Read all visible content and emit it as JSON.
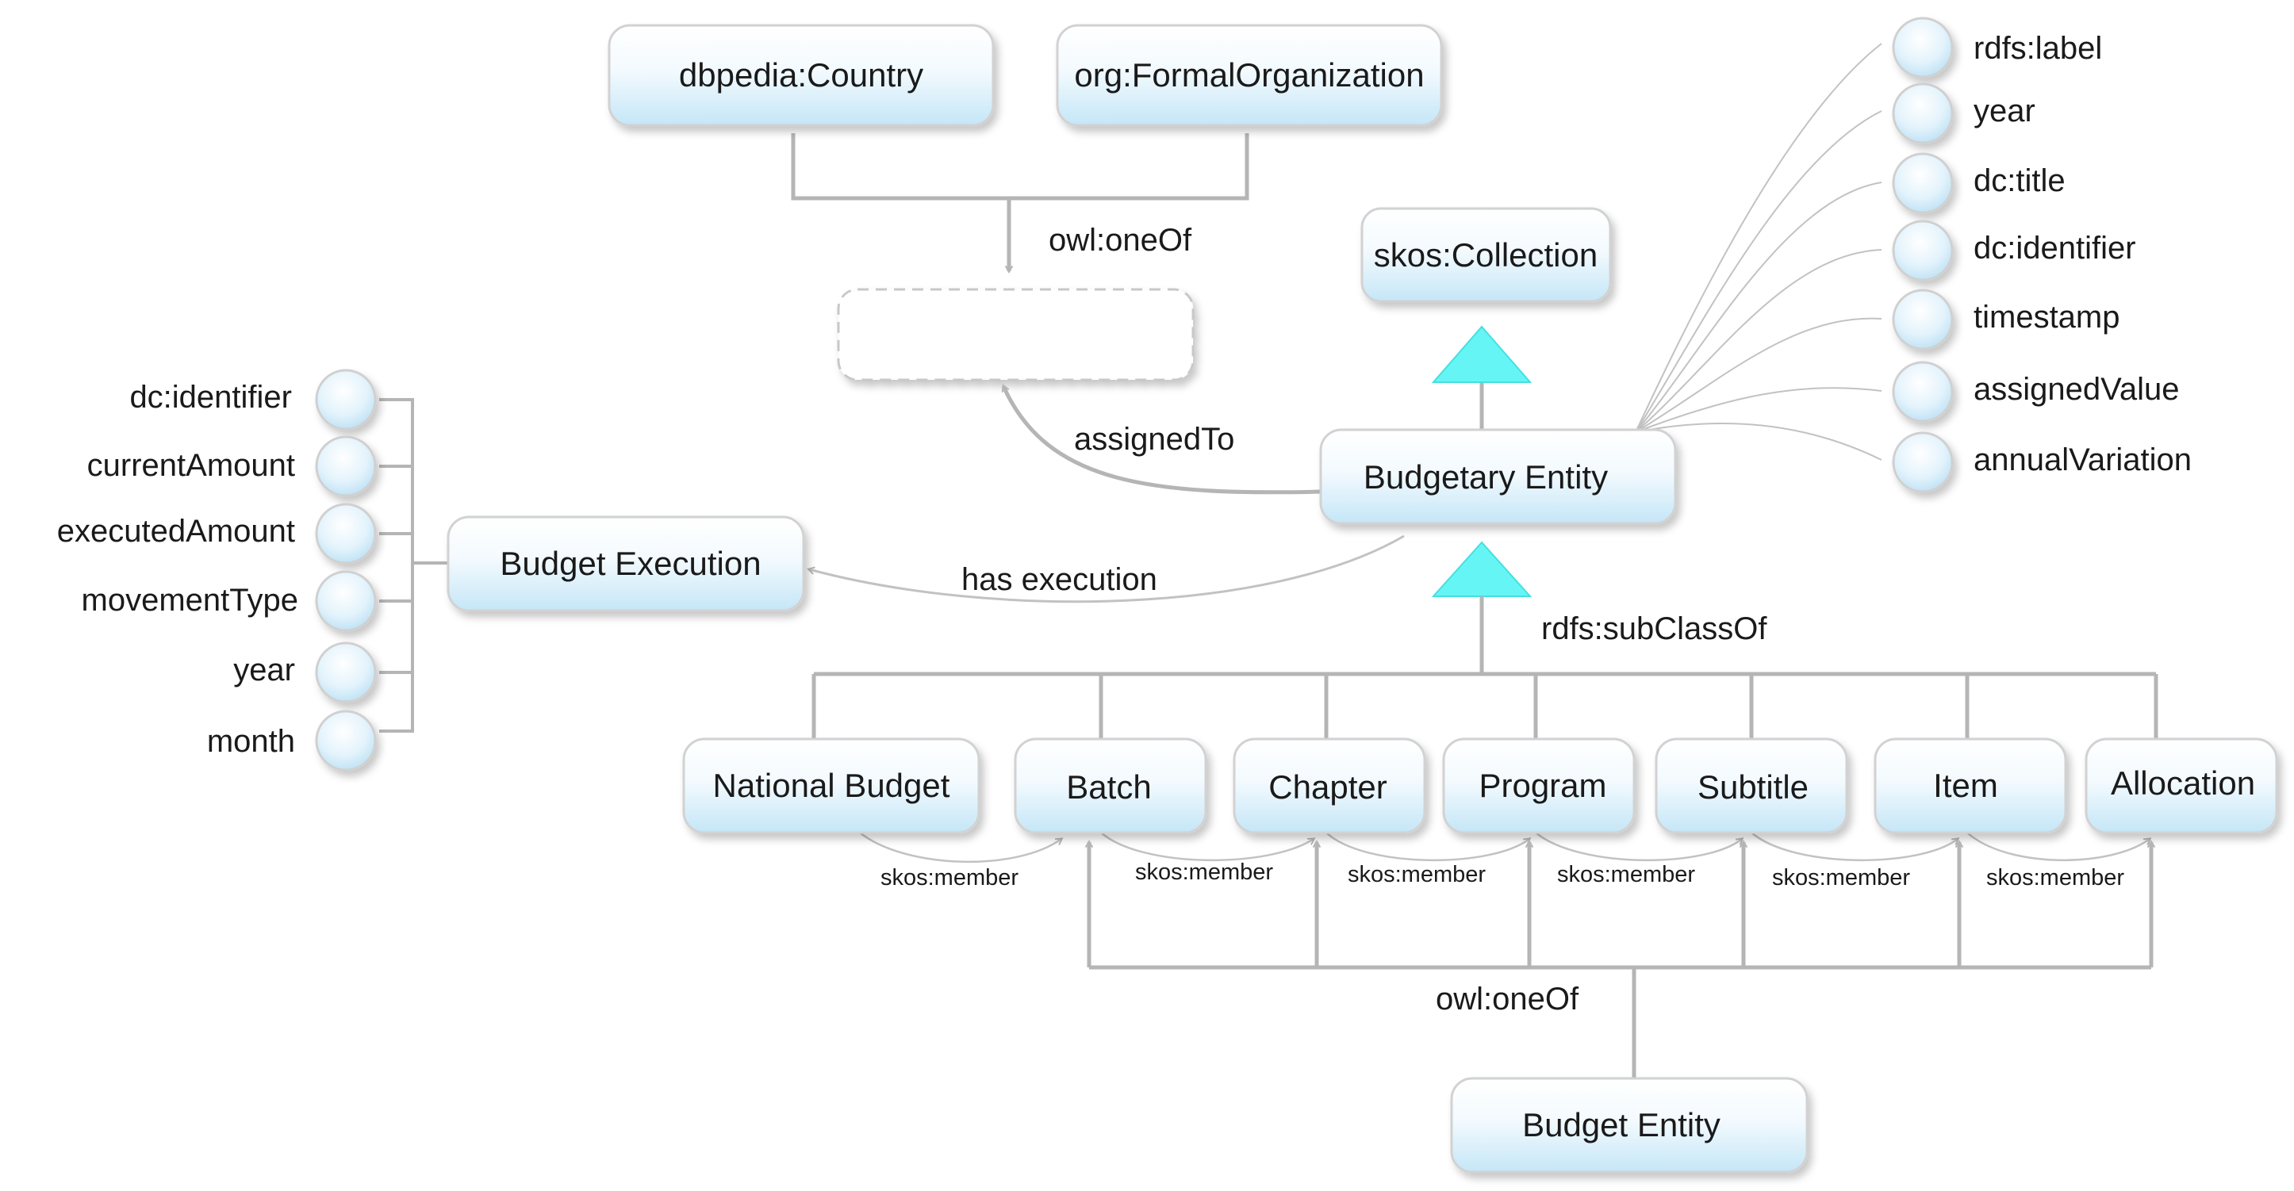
{
  "colors": {
    "node_top": "#ffffff",
    "node_bottom": "#c9e8f8",
    "node_border": "#d2d2d2",
    "connector": "#b5b5b5",
    "triangle": "#66f5f5",
    "text": "#1a1a1a"
  },
  "nodes": {
    "dbpedia_country": "dbpedia:Country",
    "org_formal_organization": "org:FormalOrganization",
    "skos_collection": "skos:Collection",
    "budgetary_entity": "Budgetary Entity",
    "budget_execution": "Budget Execution",
    "national_budget": "National Budget",
    "batch": "Batch",
    "chapter": "Chapter",
    "program": "Program",
    "subtitle": "Subtitle",
    "item": "Item",
    "allocation": "Allocation",
    "budget_entity": "Budget Entity"
  },
  "edges": {
    "owl_one_of_top": "owl:oneOf",
    "assigned_to": "assignedTo",
    "has_execution": "has execution",
    "rdfs_subclass_of": "rdfs:subClassOf",
    "skos_member": "skos:member",
    "owl_one_of_bottom": "owl:oneOf"
  },
  "budgetary_entity_properties": [
    "rdfs:label",
    "year",
    "dc:title",
    "dc:identifier",
    "timestamp",
    "assignedValue",
    "annualVariation"
  ],
  "budget_execution_properties": [
    "dc:identifier",
    "currentAmount",
    "executedAmount",
    "movementType",
    "year",
    "month"
  ]
}
